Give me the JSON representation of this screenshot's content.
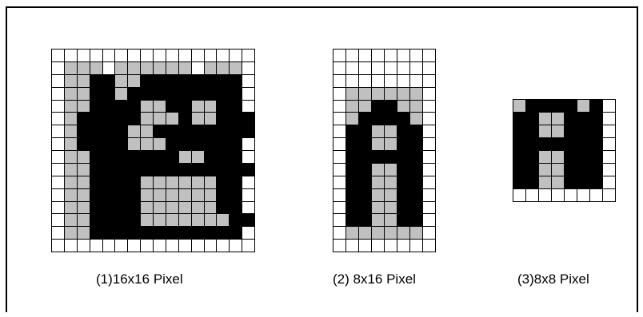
{
  "captions": {
    "c16x16": "(1)16x16 Pixel",
    "c8x16": "(2) 8x16 Pixel",
    "c8x8": "(3)8x8 Pixel"
  },
  "legend_colors": {
    "off": "#ffffff",
    "shade": "#c0c0c0",
    "on": "#000000",
    "grid": "#000000"
  },
  "glyphs": {
    "g16x16": [
      "................",
      ".ggg.gggggg.ggg.",
      ".ggkkggkkkkkkkk.",
      ".ggkkgkkkkkkkkk.",
      ".ggkkkkggkkggkk.",
      ".gkkkkkgggkggkkk",
      ".gkkkkggkkkkkkkk",
      ".gkkkkgggkkkkkk.",
      ".ggkkkkkkkggkkk.",
      ".ggkkkkkkkkkkkkk",
      ".ggkkkkggggggkk.",
      ".ggkkkkggggggkk.",
      ".ggkkkkggggggkk.",
      ".ggkkkkgggggggkk",
      ".ggkkkkkkkkkkkk.",
      "................"
    ],
    "g8x16": [
      "........",
      "........",
      "........",
      ".gggggg.",
      ".ggkkgg.",
      ".gkkkkg.",
      ".kkggkk.",
      ".kkggkk.",
      ".kkkkkk.",
      ".kkggkk.",
      ".kkggkk.",
      ".kkggkk.",
      ".kkggkk.",
      ".kkggkk.",
      ".gggggg.",
      "........"
    ],
    "g8x8": [
      "gkkkkgk.",
      "kkggkkk.",
      "kkggkkk.",
      "kkkkkkk.",
      "kkggkkk.",
      "kkggkkk.",
      "kkggkkk.",
      "........"
    ]
  }
}
